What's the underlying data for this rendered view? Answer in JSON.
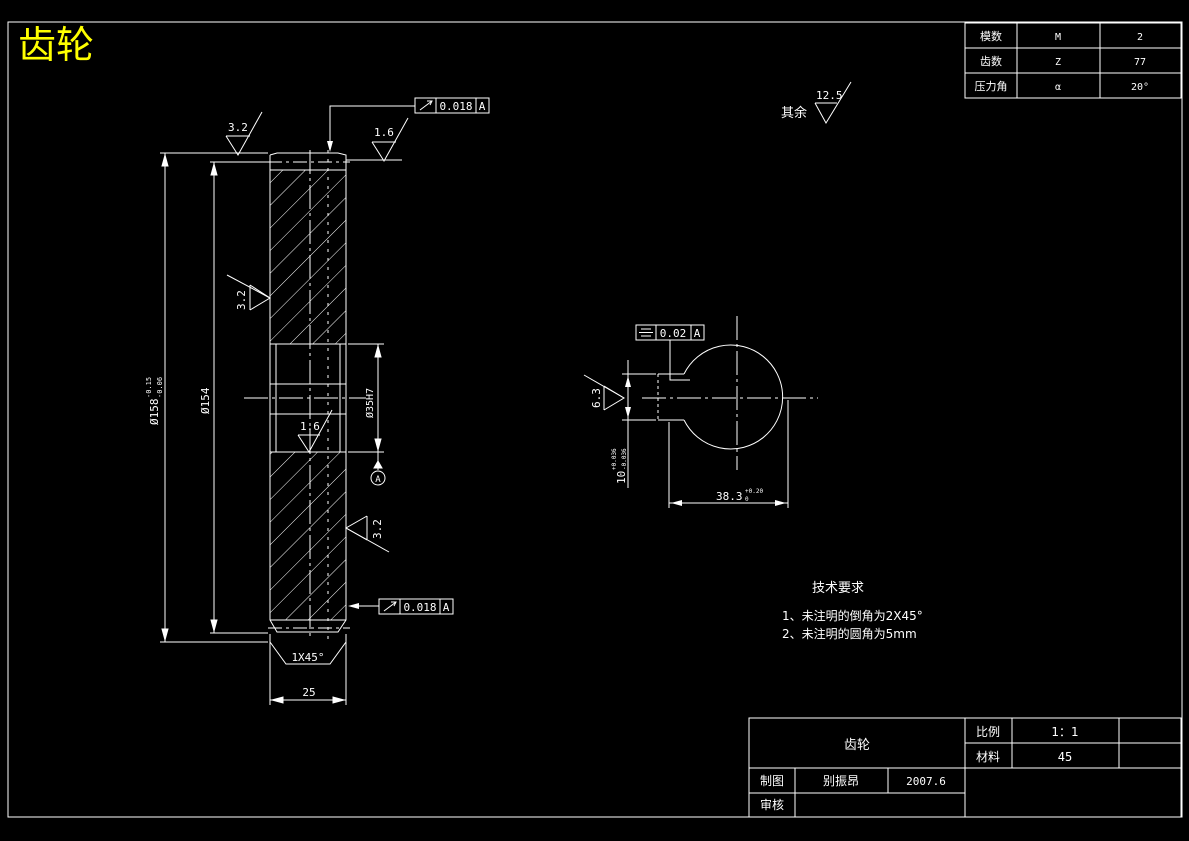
{
  "title": "齿轮",
  "colors": {
    "background": "#000000",
    "line": "#ffffff",
    "title": "#ffff00"
  },
  "params_table": [
    {
      "name": "模数",
      "symbol": "M",
      "value": "2"
    },
    {
      "name": "齿数",
      "symbol": "Z",
      "value": "77"
    },
    {
      "name": "压力角",
      "symbol": "α",
      "value": "20°"
    }
  ],
  "roughness": {
    "rest_label": "其余",
    "rest_value": "12.5",
    "top_left": "3.2",
    "top_right": "1.6",
    "left_face": "3.2",
    "bore": "1.6",
    "right_face": "3.2",
    "keyway": "6.3"
  },
  "tolerances": {
    "top": {
      "value": "0.018",
      "datum": "A"
    },
    "bottom": {
      "value": "0.018",
      "datum": "A"
    },
    "keyway": {
      "value": "0.02",
      "datum": "A"
    }
  },
  "datum_label": "A",
  "dimensions": {
    "outer_dia": "Ø158",
    "outer_dia_upper": "-0.15",
    "outer_dia_lower": "-0.06",
    "root_dia": "Ø154",
    "bore_dia": "Ø35H7",
    "width": "25",
    "chamfer": "1X45°",
    "keyway_width": "10",
    "keyway_width_upper": "+0.036",
    "keyway_width_lower": "-0.036",
    "keyway_depth": "38.3",
    "keyway_depth_upper": "+0.20",
    "keyway_depth_lower": "0"
  },
  "tech_requirements": {
    "heading": "技术要求",
    "items": [
      "1、未注明的倒角为2X45°",
      "2、未注明的圆角为5mm"
    ]
  },
  "title_block": {
    "part_name": "齿轮",
    "scale_label": "比例",
    "scale_value": "1：1",
    "material_label": "材料",
    "material_value": "45",
    "drawn_label": "制图",
    "drawn_by": "别振昂",
    "date": "2007.6",
    "checked_label": "审核"
  }
}
